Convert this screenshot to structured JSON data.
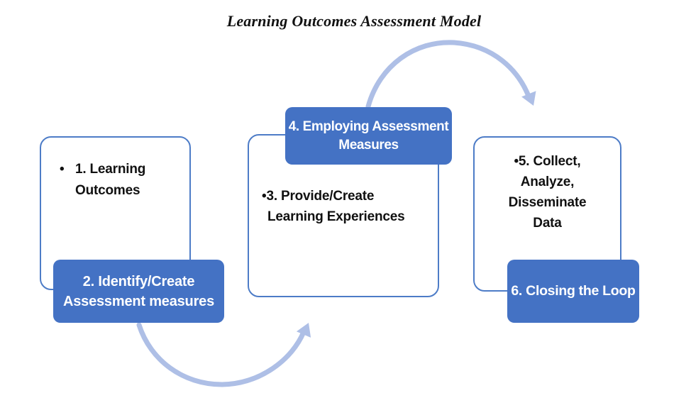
{
  "title": "Learning Outcomes Assessment Model",
  "colors": {
    "accent-blue": "#4472c4",
    "box-border-blue": "#4d7cc7",
    "arrow-blue": "#aebfe6",
    "text-dark": "#111111",
    "text-light": "#ffffff",
    "canvas-bg": "#ffffff"
  },
  "nodes": {
    "step1": {
      "bullet": "•",
      "lines": [
        "1. Learning",
        "Outcomes"
      ]
    },
    "step2": {
      "lines": [
        "2. Identify/Create",
        "Assessment measures"
      ]
    },
    "step3": {
      "lines": [
        "•3. Provide/Create",
        "Learning Experiences"
      ]
    },
    "step4": {
      "lines": [
        "4. Employing Assessment",
        "Measures"
      ]
    },
    "step5": {
      "lines": [
        "•5. Collect,",
        "Analyze,",
        "Disseminate",
        "Data"
      ]
    },
    "step6": {
      "label": "6. Closing the Loop"
    }
  }
}
